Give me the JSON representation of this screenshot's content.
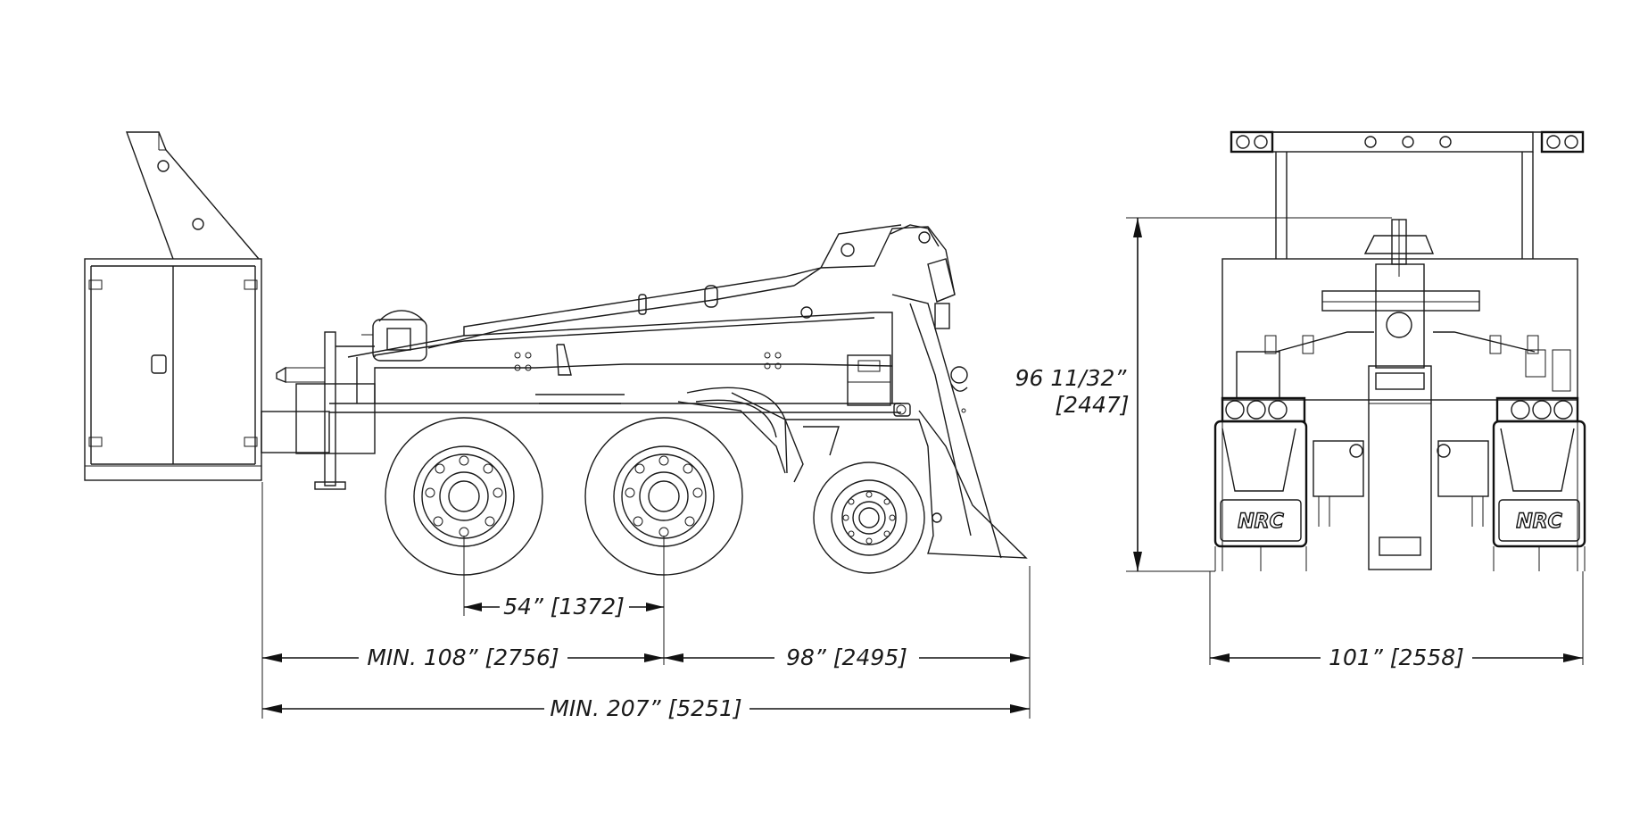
{
  "dimensions": {
    "axle_spacing": "54” [1372]",
    "front_to_axle": "MIN. 108” [2756]",
    "axle_to_rear": "98” [2495]",
    "overall_length": "MIN. 207” [5251]",
    "height_line1": "96 11/32”",
    "height_line2": "[2447]",
    "width": "101” [2558]"
  },
  "logos": {
    "left_mudflap": "NRC",
    "right_mudflap": "NRC"
  },
  "colors": {
    "line": "#1a1a1a",
    "background": "#ffffff"
  }
}
